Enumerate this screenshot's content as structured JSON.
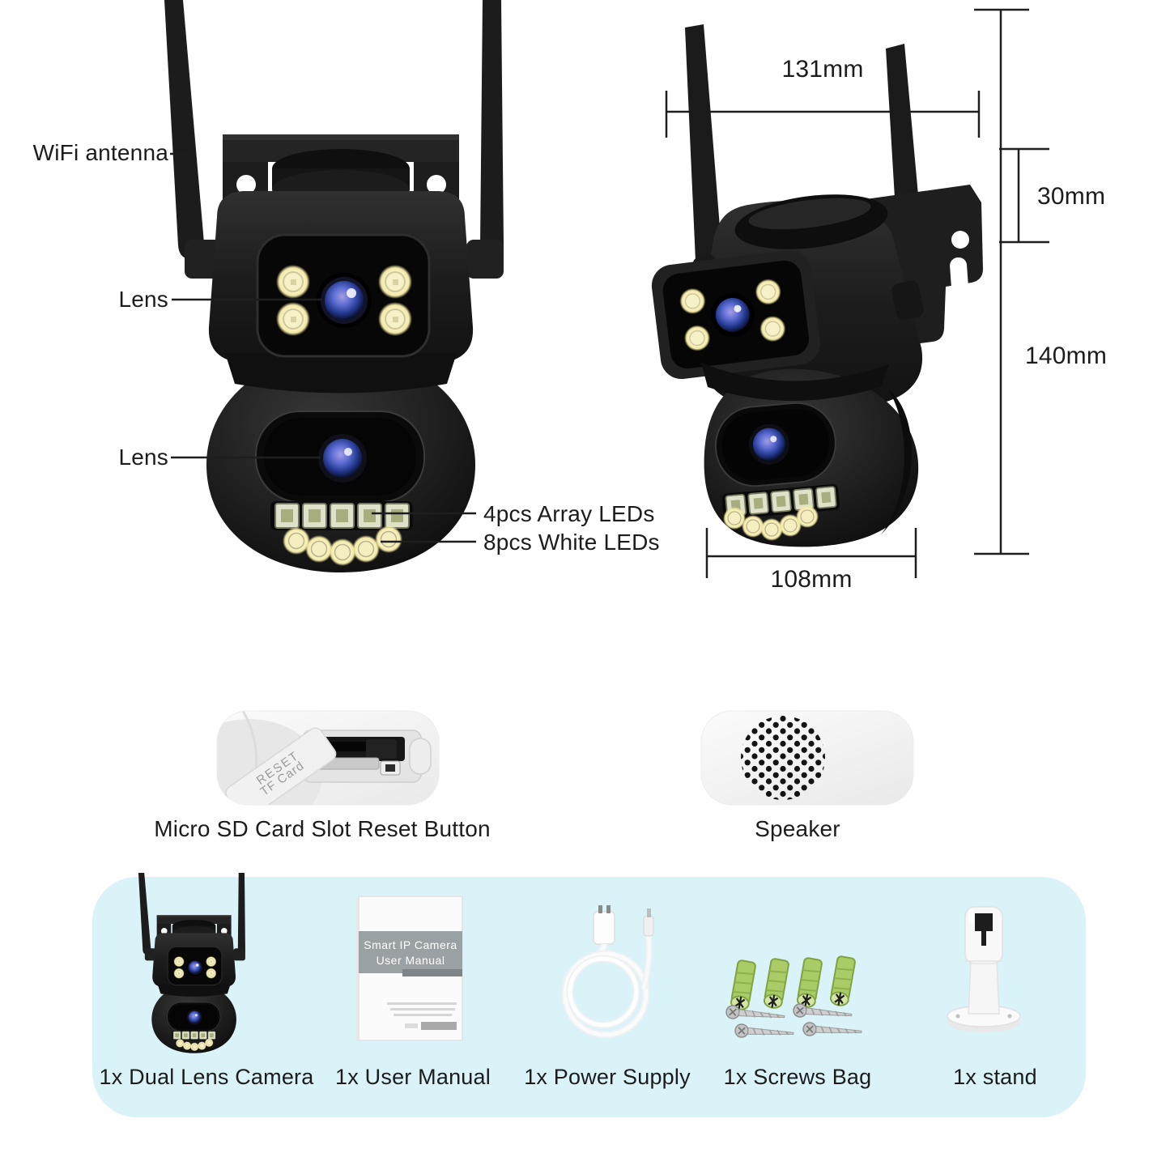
{
  "callouts": {
    "wifi_antenna": "WiFi antenna",
    "lens_top": "Lens",
    "lens_bottom": "Lens",
    "array_leds": "4pcs Array LEDs",
    "white_leds": "8pcs White LEDs"
  },
  "dimensions": {
    "top_width": "131mm",
    "bracket_height": "30mm",
    "total_height": "140mm",
    "base_width": "108mm"
  },
  "details": {
    "sd_card_label": "Micro SD Card Slot Reset Button",
    "sd_flap_text_line1": "TF Card",
    "sd_flap_text_line2": "RESET",
    "speaker_label": "Speaker"
  },
  "package": {
    "manual_cover_line1": "Smart IP Camera",
    "manual_cover_line2": "User Manual",
    "items": [
      {
        "label": "1x Dual Lens Camera"
      },
      {
        "label": "1x User Manual"
      },
      {
        "label": "1x Power Supply"
      },
      {
        "label": "1x Screws Bag"
      },
      {
        "label": "1x stand"
      }
    ]
  },
  "colors": {
    "strip_background": "#d9f3f8",
    "text": "#1c1c1c",
    "camera_black": "#161616",
    "led_glow": "#fbf5cd",
    "lens_blue": "#4f63c9",
    "anchor_green": "#a9cc66"
  }
}
